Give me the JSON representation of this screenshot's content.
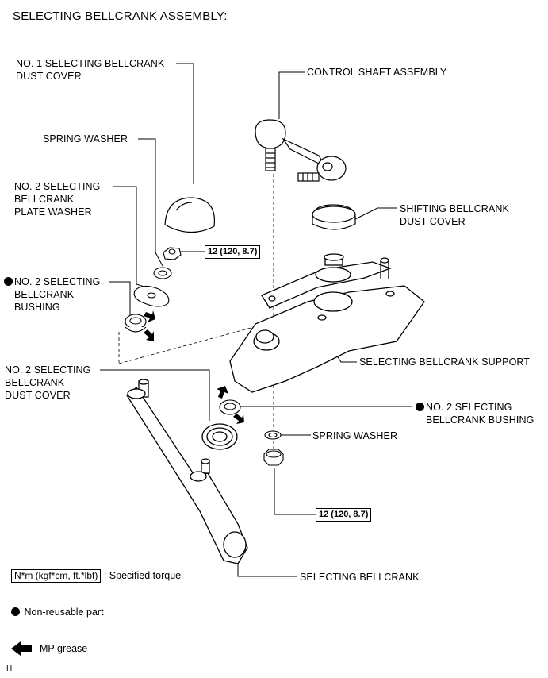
{
  "title": "SELECTING BELLCRANK ASSEMBLY:",
  "labels": {
    "dust_cover_1": "NO. 1 SELECTING BELLCRANK\nDUST COVER",
    "control_shaft": "CONTROL SHAFT ASSEMBLY",
    "spring_washer_top": "SPRING WASHER",
    "plate_washer": "NO. 2 SELECTING\nBELLCRANK\nPLATE WASHER",
    "shifting_dust_cover": "SHIFTING BELLCRANK\nDUST COVER",
    "bushing_left": "NO. 2 SELECTING\nBELLCRANK\nBUSHING",
    "support": "SELECTING BELLCRANK SUPPORT",
    "dust_cover_2": "NO. 2 SELECTING\nBELLCRANK\nDUST COVER",
    "bushing_right": "NO. 2 SELECTING\nBELLCRANK BUSHING",
    "spring_washer_bottom": "SPRING WASHER",
    "bellcrank": "SELECTING BELLCRANK"
  },
  "torques": {
    "top": "12 (120, 8.7)",
    "bottom": "12 (120, 8.7)"
  },
  "legend": {
    "torque_box": "N*m (kgf*cm, ft.*lbf)",
    "torque_text": ": Specified torque",
    "non_reusable": "Non-reusable part",
    "grease": "MP grease"
  },
  "footer_code": "H"
}
